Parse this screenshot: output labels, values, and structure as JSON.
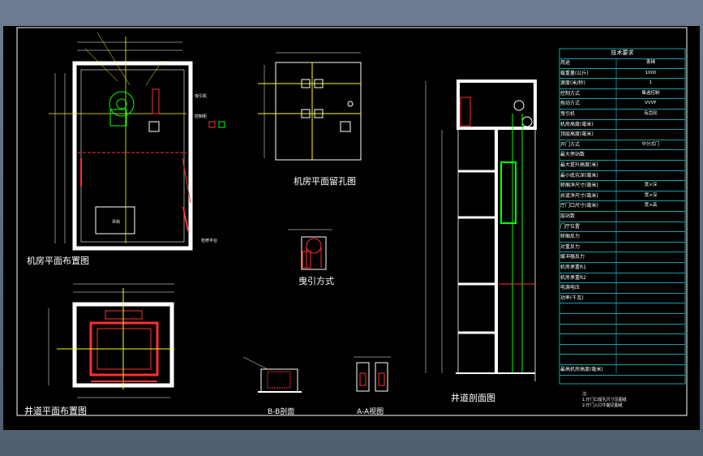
{
  "views": {
    "machine_room_plan": "机房平面布置图",
    "machine_room_holes": "机房平面留孔图",
    "traction_method": "曳引方式",
    "hoistway_plan": "井道平面布置图",
    "section_bb": "B-B剖面",
    "view_a": "A-A视图",
    "hoistway_section": "井道剖面图"
  },
  "annotations": {
    "machine": "曳引机",
    "control": "控制柜",
    "hook": "吊钩",
    "platform": "检修平台"
  },
  "spec_table": {
    "title": "技术要求",
    "rows": [
      {
        "key": "用途",
        "value": "客梯"
      },
      {
        "key": "载重量(公斤)",
        "value": "1000"
      },
      {
        "key": "速度(米/秒)",
        "value": "1"
      },
      {
        "key": "控制方式",
        "value": "集选控制"
      },
      {
        "key": "拖动方式",
        "value": "VVVF"
      },
      {
        "key": "曳引机",
        "value": "有齿轮"
      },
      {
        "key": "机房高度(毫米)",
        "value": ""
      },
      {
        "key": "顶层高度(毫米)",
        "value": ""
      },
      {
        "key": "开门方式",
        "value": "中分式门"
      },
      {
        "key": "最大停站数",
        "value": ""
      },
      {
        "key": "最大提升高度(米)",
        "value": ""
      },
      {
        "key": "最小底坑深(毫米)",
        "value": ""
      },
      {
        "key": "轿厢净尺寸(毫米)",
        "value": "宽×深"
      },
      {
        "key": "井道净尺寸(毫米)",
        "value": "宽×深"
      },
      {
        "key": "厅门口尺寸(毫米)",
        "value": "宽×高"
      },
      {
        "key": "层站数",
        "value": ""
      },
      {
        "key": "门厅位置",
        "value": ""
      },
      {
        "key": "轿厢反力",
        "value": ""
      },
      {
        "key": "对重反力",
        "value": ""
      },
      {
        "key": "缓冲器反力",
        "value": ""
      },
      {
        "key": "机房承重R1",
        "value": ""
      },
      {
        "key": "机房承重R2",
        "value": ""
      },
      {
        "key": "电源电压",
        "value": ""
      },
      {
        "key": "功率(千瓦)",
        "value": ""
      },
      {
        "key": "",
        "value": ""
      },
      {
        "key": "",
        "value": ""
      },
      {
        "key": "",
        "value": ""
      },
      {
        "key": "",
        "value": ""
      },
      {
        "key": "",
        "value": ""
      },
      {
        "key": "",
        "value": ""
      },
      {
        "key": "最高机房高度(毫米)",
        "value": ""
      }
    ],
    "notes": [
      "注:",
      "1.厅门口留孔尺寸见图纸",
      "2.厅门入口牛腿见图纸"
    ]
  }
}
